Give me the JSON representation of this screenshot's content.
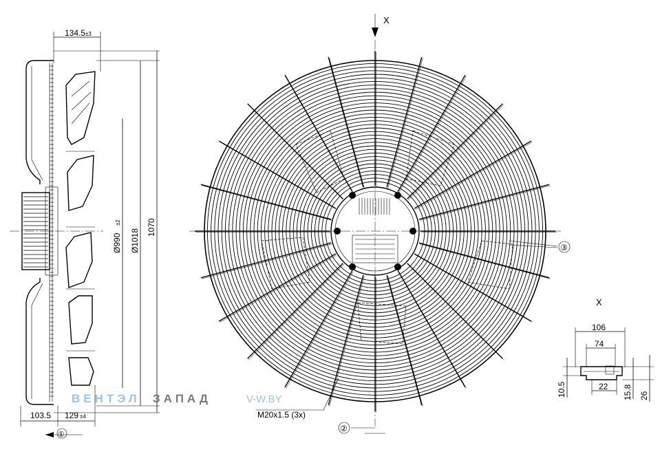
{
  "views": {
    "detail_title": "X",
    "view_marker_top": "X"
  },
  "side_view": {
    "dim_top": "134.5",
    "dim_top_tol": "±3",
    "dim_d990": "Ø990",
    "dim_d990_tol": "±2",
    "dim_d1018": "Ø1018",
    "dim_1070": "1070",
    "dim_bottom_left": "103.5",
    "dim_bottom_right": "129",
    "dim_bottom_right_tol": "±4",
    "callout": "①"
  },
  "front_view": {
    "callout_3": "③",
    "callout_2": "②",
    "thread_label": "M20x1.5 (3x)"
  },
  "detail_view": {
    "dim_106": "106",
    "dim_74": "74",
    "dim_10_5": "10.5",
    "dim_22": "22",
    "dim_15_8": "15.8",
    "dim_26": "26"
  },
  "watermark": {
    "part_a": "ВЕНТЭЛ",
    "part_b": "ЗАПАД",
    "part_c": "V-W.BY"
  }
}
